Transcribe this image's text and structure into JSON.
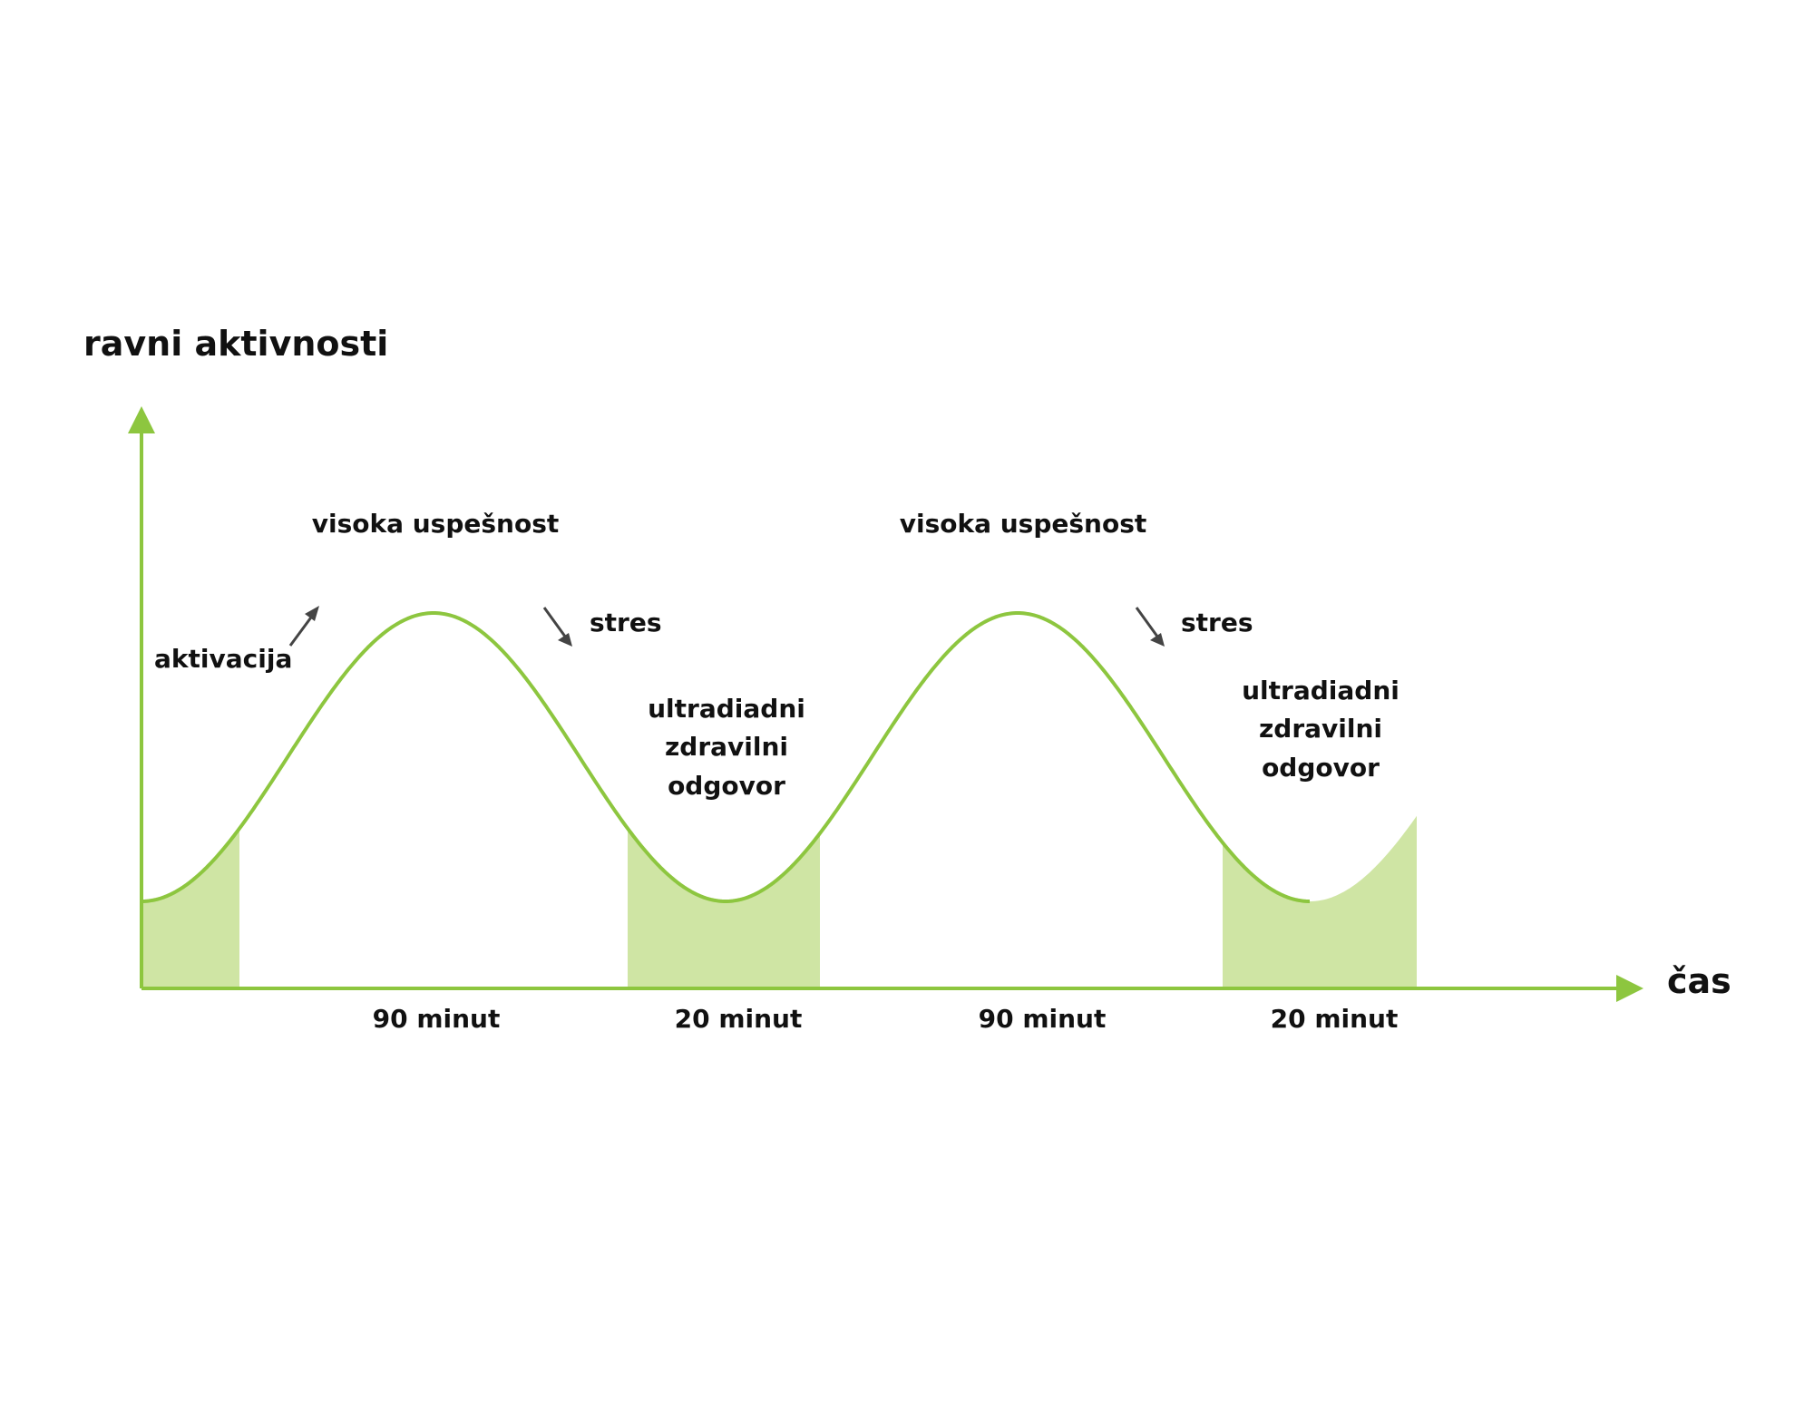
{
  "chart_data": {
    "type": "line",
    "title": "",
    "ylabel": "ravni aktivnosti",
    "xlabel": "čas",
    "description_labels": {
      "activation": "aktivacija",
      "peak": [
        "visoka uspešnost",
        "visoka uspešnost"
      ],
      "stress": [
        "stres",
        "stres"
      ],
      "recovery": [
        [
          "ultradiadni",
          "zdravilni",
          "odgovor"
        ],
        [
          "ultradiadni",
          "zdravilni",
          "odgovor"
        ]
      ]
    },
    "interval_labels": [
      "90 minut",
      "20 minut",
      "90 minut",
      "20 minut"
    ],
    "curve": {
      "shape": "sinusoid",
      "start_phase": "trough",
      "half_cycles": 4,
      "low": 0.4,
      "high": 0.86
    },
    "colors": {
      "line": "#8dc63f",
      "shade": "#cfe5a4",
      "arrow": "#444444"
    }
  }
}
